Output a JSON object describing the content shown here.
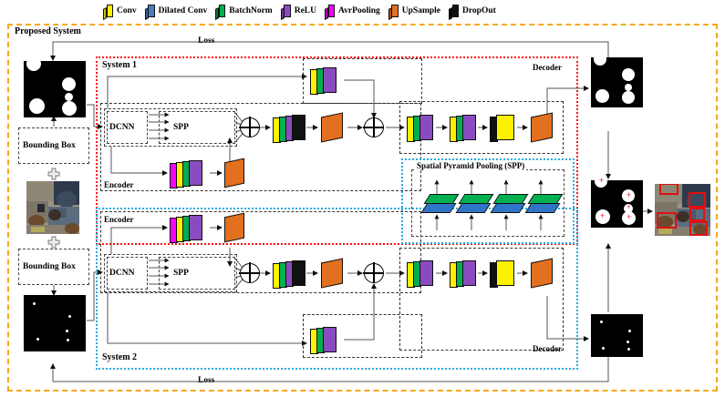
{
  "diagram": {
    "title": "Proposed System",
    "legend": [
      {
        "name": "Conv",
        "color": "#FFF200",
        "icon": "conv-block-icon"
      },
      {
        "name": "Dilated Conv",
        "color": "#4A7EBB",
        "icon": "dilated-conv-block-icon"
      },
      {
        "name": "BatchNorm",
        "color": "#00B050",
        "icon": "batchnorm-block-icon"
      },
      {
        "name": "ReLU",
        "color": "#8B4BC0",
        "icon": "relu-block-icon"
      },
      {
        "name": "AvrPooling",
        "color": "#FF00FF",
        "icon": "avrpooling-block-icon"
      },
      {
        "name": "UpSample",
        "color": "#E2701E",
        "icon": "upsample-block-icon"
      },
      {
        "name": "DropOut",
        "color": "#111111",
        "icon": "dropout-block-icon"
      }
    ],
    "frames": {
      "outer_label": "Proposed System",
      "system1_label": "System 1",
      "system2_label": "System 2",
      "system1_color": "#FF1010",
      "system2_color": "#29ABE2",
      "outer_color": "#F5A81C"
    },
    "labels": {
      "loss_top": "Loss",
      "loss_bottom": "Loss",
      "encoder1": "Encoder",
      "encoder2": "Encoder",
      "decoder1": "Decoder",
      "decoder2": "Decoder",
      "dcnn1": "DCNN",
      "dcnn2": "DCNN",
      "spp1": "SPP",
      "spp2": "SPP",
      "spp_detail_title": "Spatial Pyramid Pooling (SPP)",
      "bounding_box_top": "Bounding Box",
      "bounding_box_bottom": "Bounding Box"
    },
    "inputs": {
      "mask_top_name": "segmentation-mask-input",
      "photo_name": "source-photo-input",
      "mask_bottom_name": "keypoint-mask-input"
    },
    "outputs": {
      "mask_top_name": "segmentation-mask-output",
      "fusion_name": "fused-mask-output",
      "mask_bottom_name": "keypoint-mask-output",
      "final_name": "final-detection-image"
    },
    "stacks": {
      "skip1": [
        "#FFF200",
        "#00B050",
        "#8B4BC0"
      ],
      "skip2": [
        "#FFF200",
        "#00B050",
        "#8B4BC0"
      ],
      "encoder_main": [
        "#FFF200",
        "#00B050",
        "#8B4BC0",
        "#111111"
      ],
      "avrpool_branch": [
        "#FF00FF",
        "#FFF200",
        "#00B050",
        "#8B4BC0"
      ],
      "decoder_a": [
        "#FFF200",
        "#00B050",
        "#8B4BC0"
      ],
      "decoder_b": [
        "#FFF200",
        "#00B050",
        "#8B4BC0"
      ],
      "decoder_c": [
        "#111111",
        "#FFF200"
      ],
      "upsample": [
        "#E2701E"
      ]
    },
    "spp_detail": {
      "branches": 4,
      "top_color": "#00B050",
      "bottom_color": "#2E75C8"
    }
  }
}
